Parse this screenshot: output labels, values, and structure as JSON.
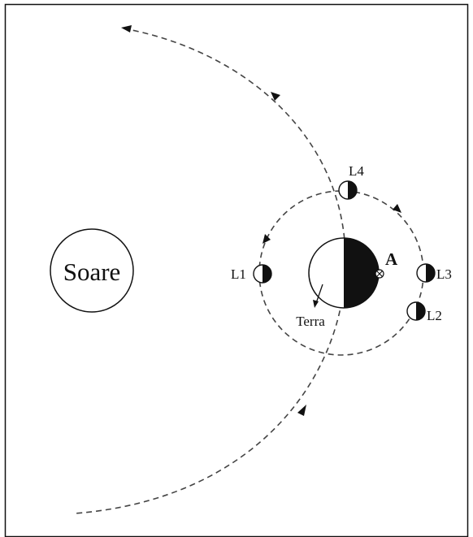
{
  "labels": {
    "sun": "Soare",
    "earth": "Terra",
    "point_a": "A",
    "l1": "L1",
    "l2": "L2",
    "l3": "L3",
    "l4": "L4"
  },
  "colors": {
    "line": "#444444",
    "ink": "#111111",
    "background": "#ffffff"
  },
  "icons": {
    "point_a_marker": "circle-cross-icon",
    "arrow": "arrowhead-icon",
    "moon_phase": "half-moon-icon"
  }
}
